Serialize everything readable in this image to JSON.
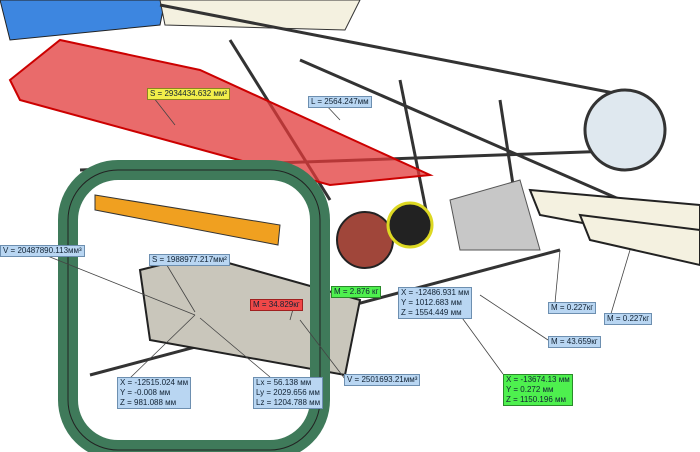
{
  "callouts": {
    "wing_area": "S = 2934434.632 мм²",
    "wing_length": "L = 2564.247мм",
    "frame_volume": "V = 20487890.113мм³",
    "tank_area": "S = 1988977.217мм²",
    "part_mass_green": "M = 2.876 кг",
    "tank_mass": "M = 34.829кг",
    "point_a": {
      "x": "X = -12486.931 мм",
      "y": "Y = 1012.683 мм",
      "z": "Z = 1554.449 мм"
    },
    "rib_mass_1": "M = 0.227кг",
    "rib_mass_2": "M = 0.227кг",
    "engine_mass": "M = 43.659кг",
    "tank_volume": "V = 2501693.21мм³",
    "tank_center": {
      "x": "X = -12515.024 мм",
      "y": "Y = -0.008 мм",
      "z": "Z = 981.088 мм"
    },
    "tank_dims": {
      "lx": "Lx = 56.138 мм",
      "ly": "Ly = 2029.656 мм",
      "lz": "Lz = 1204.788 мм"
    },
    "cg_point": {
      "x": "X = -13674.13 мм",
      "y": "Y = 0.272 мм",
      "z": "Z = 1150.196 мм"
    }
  },
  "colors": {
    "frame": "#3f7a5a",
    "wing": "#e23a3a",
    "label": "#b9d6f2",
    "highlight_green": "#4ef04e",
    "highlight_red": "#f04848",
    "highlight_yellow": "#f2ee4a"
  }
}
